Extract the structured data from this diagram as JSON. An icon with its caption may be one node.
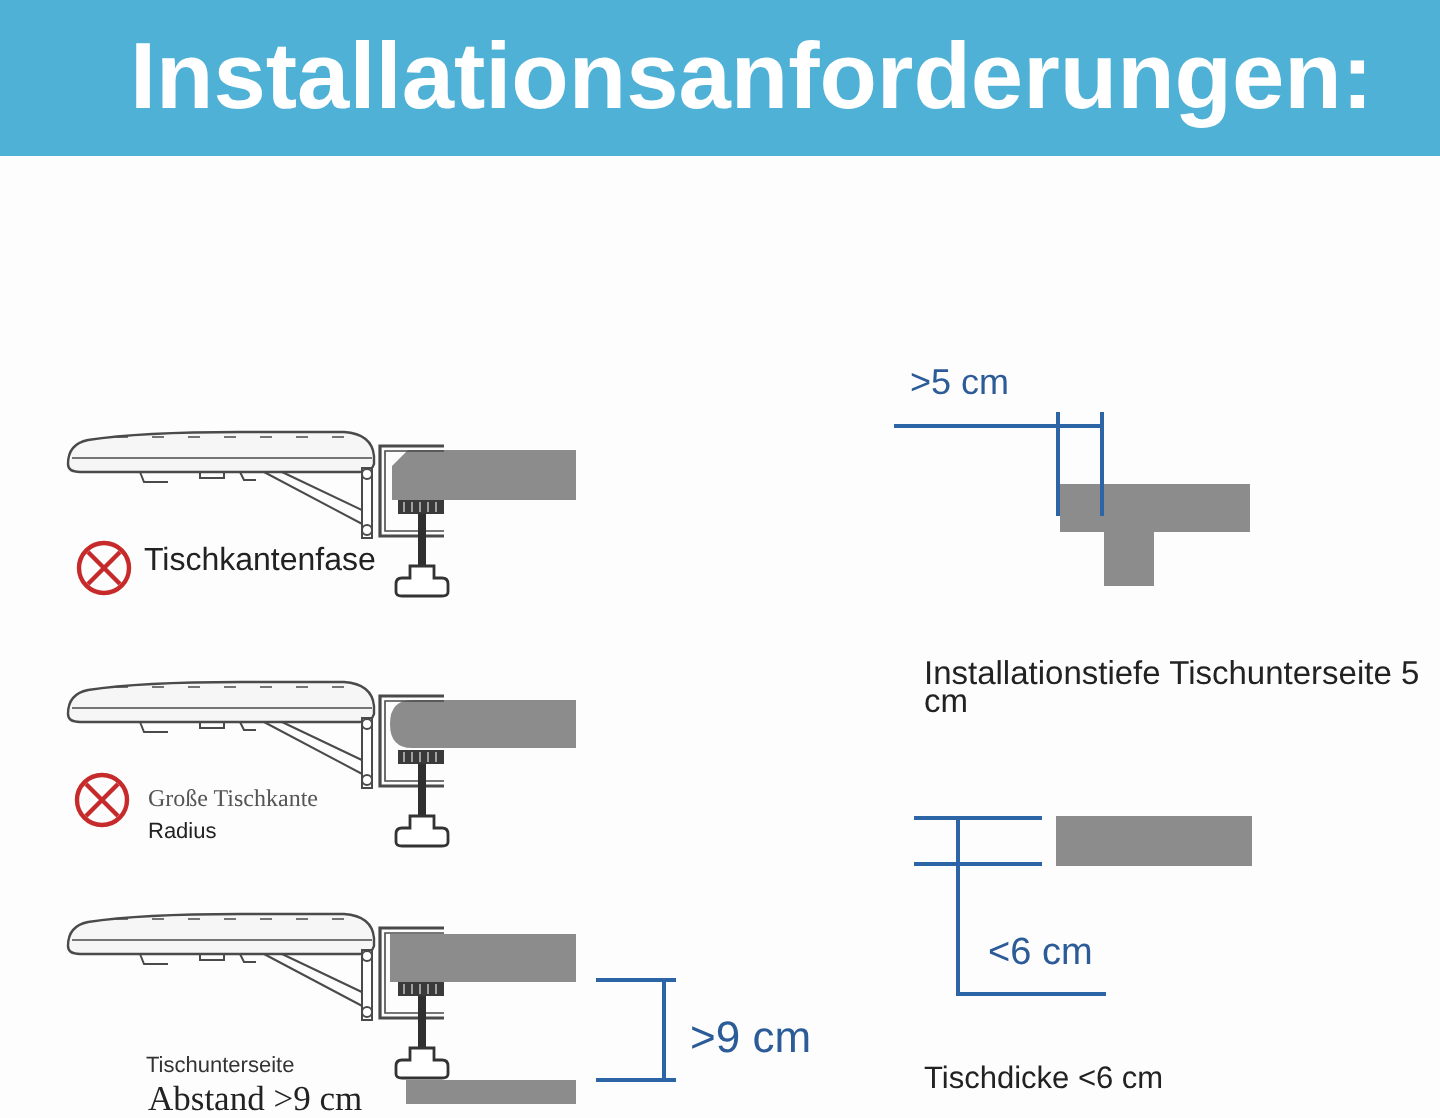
{
  "diagram": {
    "title": "Installationsanforderungen:",
    "labels": [
      "Tischkantenfase",
      "Große Tischkante",
      "Radius",
      "Tischunterseite",
      "Abstand >9 cm",
      ">9 cm",
      ">5 cm",
      "Installationstiefe Tischunterseite 5 cm",
      "<6 cm",
      "Tischdicke <6 cm"
    ]
  }
}
